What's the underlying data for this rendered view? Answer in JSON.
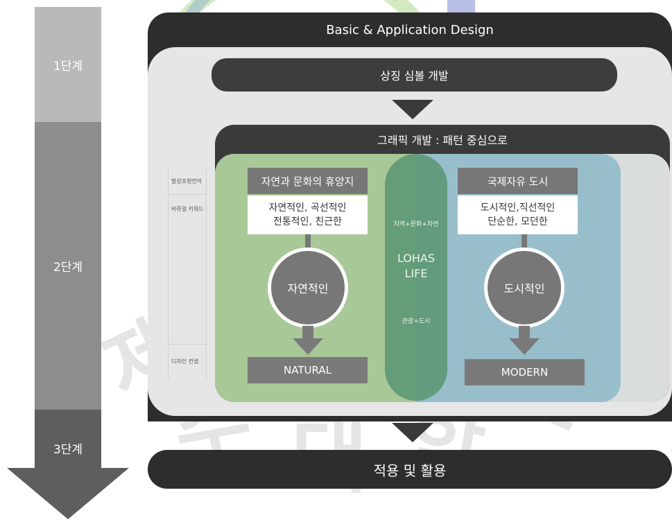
{
  "stages": {
    "stage1": "1단계",
    "stage2": "2단계",
    "stage3": "3단계"
  },
  "header": {
    "title": "Basic & Application Design"
  },
  "symbol": {
    "label": "상징 심볼 개발"
  },
  "graphic": {
    "title": "그래픽 개발 : 패턴 중심으로"
  },
  "side_labels": {
    "label1": "발상조형언어",
    "label2": "비쥬얼 키워드",
    "label3": "디자인 컨셉"
  },
  "left_branch": {
    "heading": "자연과 문화의 휴양지",
    "line1": "자연적인, 곡선적인",
    "line2": "전통적인, 친근한",
    "circle": "자연적인",
    "result": "NATURAL"
  },
  "center": {
    "top_text": "지역+문화+자연",
    "main_line1": "LOHAS",
    "main_line2": "LIFE",
    "bottom_text": "관광+도시"
  },
  "right_branch": {
    "heading": "국제자유 도시",
    "line1": "도시적인,직선적인",
    "line2": "단순한, 모던한",
    "circle": "도시적인",
    "result": "MODERN"
  },
  "footer": {
    "label": "적용 및 활용"
  },
  "colors": {
    "dark": "#2d2d2d",
    "mid_gray": "#777777",
    "green_zone": "#a0c48c",
    "blue_zone": "#8cb9c8",
    "capsule_green": "#5a9673"
  }
}
